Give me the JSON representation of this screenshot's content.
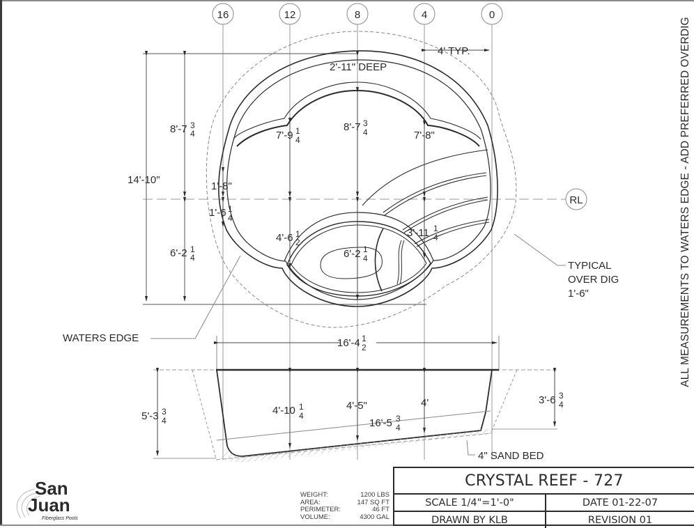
{
  "drawing": {
    "grid_labels": [
      "16",
      "12",
      "8",
      "4",
      "0"
    ],
    "centerline_label": "RL",
    "plan_view": {
      "typ_spacing": "4' TYP.",
      "deep_end": "2'-11\" DEEP",
      "overall_length": "14'-10\"",
      "upper_length": {
        "whole": "8'-7",
        "num": "3",
        "den": "4"
      },
      "lower_length": {
        "whole": "6'-2",
        "num": "1",
        "den": "4"
      },
      "station_12_upper": {
        "whole": "7'-9",
        "num": "1",
        "den": "4"
      },
      "station_8_upper": {
        "whole": "8'-7",
        "num": "3",
        "den": "4"
      },
      "station_4_upper": "7'-8\"",
      "station_16_upper": "1'-8\"",
      "station_16_lower": {
        "whole": "1'-6",
        "num": "1",
        "den": "4"
      },
      "station_12_lower": {
        "whole": "4'-6",
        "num": "1",
        "den": "2"
      },
      "station_8_lower": {
        "whole": "6'-2",
        "num": "1",
        "den": "4"
      },
      "station_4_lower": {
        "whole": "3'-11",
        "num": "1",
        "den": "4"
      },
      "waters_edge_label": "WATERS EDGE",
      "overdig_label": [
        "TYPICAL",
        "OVER DIG",
        "1'-6\""
      ],
      "overall_width": {
        "whole": "16'-4",
        "num": "1",
        "den": "2"
      }
    },
    "section_view": {
      "shallow_total": {
        "whole": "5'-3",
        "num": "3",
        "den": "4"
      },
      "deep_total": {
        "whole": "3'-6",
        "num": "3",
        "den": "4"
      },
      "depth_12": {
        "whole": "4'-10",
        "num": "1",
        "den": "4"
      },
      "depth_8": "4'-5\"",
      "depth_4": "4'",
      "floor_length": {
        "whole": "16'-5",
        "num": "3",
        "den": "4"
      },
      "sand_bed_label": "4\" SAND BED"
    },
    "side_note": "ALL MEASUREMENTS TO WATERS EDGE - ADD PREFERRED OVERDIG"
  },
  "specs": [
    {
      "label": "WEIGHT:",
      "value": "1200 LBS"
    },
    {
      "label": "AREA:",
      "value": "147 SQ FT"
    },
    {
      "label": "PERIMETER:",
      "value": "46 FT"
    },
    {
      "label": "VOLUME:",
      "value": "4300 GAL"
    }
  ],
  "title_block": {
    "title": "CRYSTAL REEF - 727",
    "scale": "SCALE 1/4\"=1'-0\"",
    "date": "DATE 01-22-07",
    "drawn_by": "DRAWN BY KLB",
    "revision": "REVISION 01"
  },
  "logo": {
    "line1": "San",
    "line2": "Juan",
    "tagline": "Fiberglass Pools"
  },
  "colors": {
    "ink": "#2b2b2b",
    "thin_line": "#9a9a9a",
    "paper": "#ffffff"
  }
}
